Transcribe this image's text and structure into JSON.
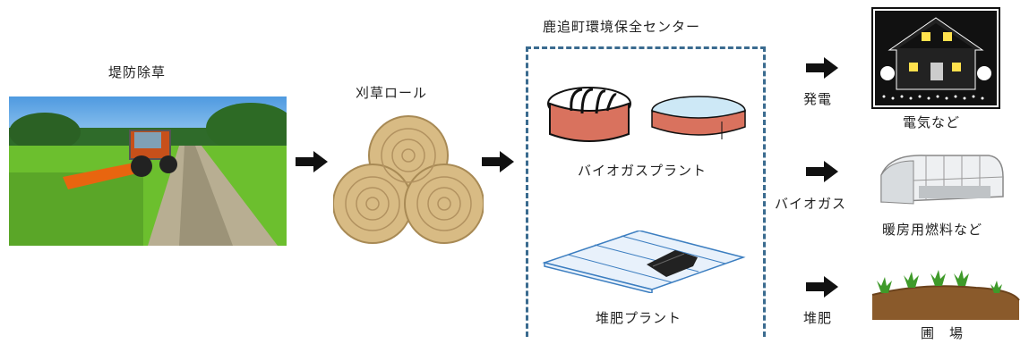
{
  "source": {
    "title": "堤防除草",
    "photo_icon": "tractor-mowing-photo"
  },
  "rolls": {
    "title": "刈草ロール",
    "icon": "hay-bales-icon"
  },
  "center": {
    "title": "鹿追町環境保全センター",
    "biogas_plant": "バイオガスプラント",
    "compost_plant": "堆肥プラント",
    "border_color": "#3a6b8f"
  },
  "outputs": [
    {
      "arrow_label": "発電",
      "result": "電気など",
      "icon": "house-electricity-icon"
    },
    {
      "arrow_label": "バイオガス",
      "result": "暖房用燃料など",
      "icon": "greenhouse-icon"
    },
    {
      "arrow_label": "堆肥",
      "result": "圃　場",
      "icon": "farm-field-icon"
    }
  ]
}
